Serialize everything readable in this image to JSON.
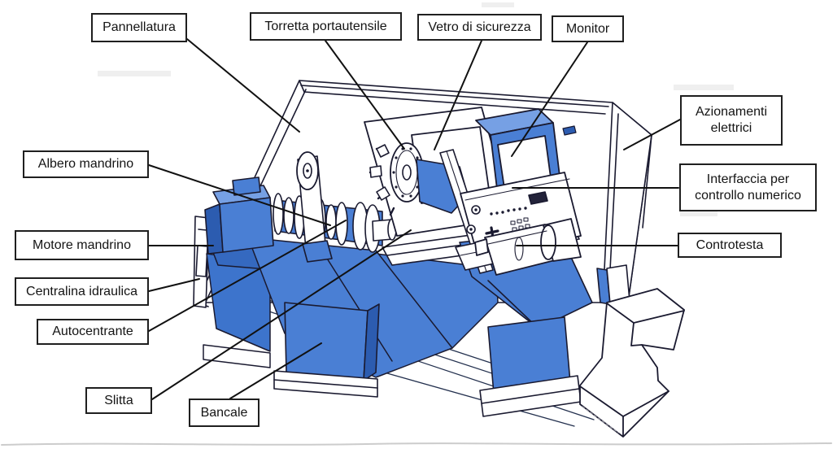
{
  "diagram": {
    "subject": "cnc-lathe-labeled-diagram",
    "language": "it",
    "machine_blue": "#4a7fd4",
    "machine_blue_light": "#76a0e4",
    "machine_blue_dark": "#2c5cb0",
    "outline_color": "#1a1a30",
    "leader_line_color": "#111111"
  },
  "labels": {
    "pannellatura": "Pannellatura",
    "torretta_portautensile": "Torretta portautensile",
    "vetro_di_sicurezza": "Vetro di sicurezza",
    "monitor": "Monitor",
    "azionamenti_elettrici": "Azionamenti elettrici",
    "interfaccia_controllo_numerico": "Interfaccia per controllo numerico",
    "albero_mandrino": "Albero mandrino",
    "motore_mandrino": "Motore mandrino",
    "centralina_idraulica": "Centralina idraulica",
    "autocentrante": "Autocentrante",
    "slitta": "Slitta",
    "bancale": "Bancale",
    "controtesta": "Controtesta"
  }
}
